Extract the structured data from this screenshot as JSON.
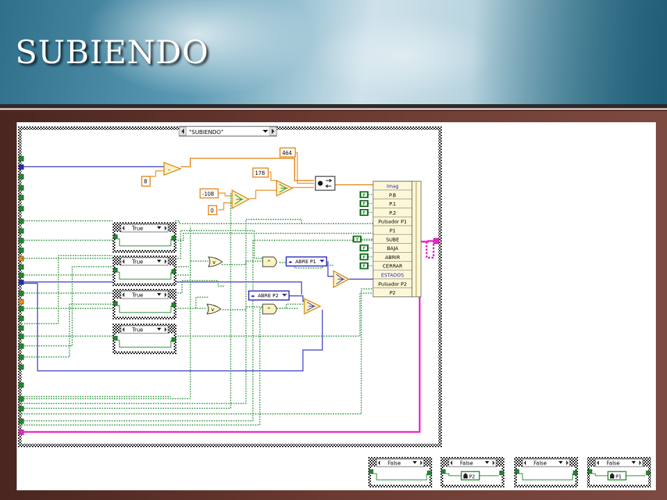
{
  "slide": {
    "title": "SUBIENDO"
  },
  "case_selector": {
    "value": "\"SUBIENDO\""
  },
  "constants": {
    "c464": "464",
    "c8": "8",
    "c178": "178",
    "cneg108": "-108",
    "c0": "0"
  },
  "inner_cases": [
    "True",
    "True",
    "True",
    "True"
  ],
  "enums": {
    "abre_p1": "ABRE P1",
    "abre_p2": "ABRE P2"
  },
  "cluster": {
    "fields": [
      "imag",
      "P.B",
      "P.1",
      "P.2",
      "Pulsador P1",
      "P1",
      "SUBE",
      "BAJA",
      "ABRIR",
      "CERRAR",
      "ESTADOS",
      "Pulsador P2",
      "P2"
    ],
    "bool_constants": [
      {
        "field": "P.B",
        "value": "F"
      },
      {
        "field": "P.1",
        "value": "F"
      },
      {
        "field": "P.2",
        "value": "F"
      },
      {
        "field": "SUBE",
        "value": "T"
      },
      {
        "field": "BAJA",
        "value": "F"
      },
      {
        "field": "ABRIR",
        "value": "F"
      },
      {
        "field": "CERRAR",
        "value": "F"
      }
    ]
  },
  "bottom_cases": [
    {
      "label": "False",
      "ref": ""
    },
    {
      "label": "False",
      "ref": "P2"
    },
    {
      "label": "False",
      "ref": ""
    },
    {
      "label": "False",
      "ref": "P1"
    }
  ],
  "colors": {
    "int_wire": "#e88a1e",
    "bool_wire": "#1f8a2c",
    "enum_wire": "#2a2ab8",
    "cluster_wire": "#ee22cc"
  }
}
